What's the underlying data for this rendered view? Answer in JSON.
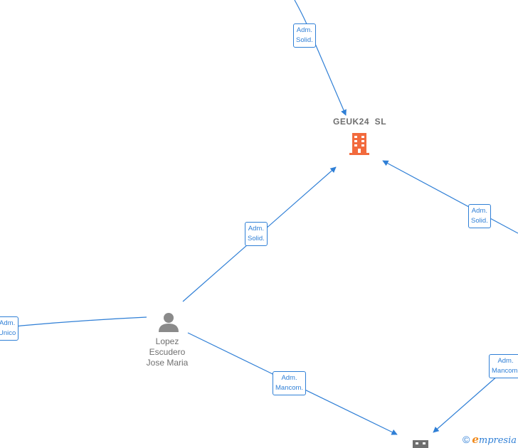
{
  "colors": {
    "edge": "#2f7fd6",
    "company_active": "#f26a3d",
    "company_inactive": "#6f6f6f",
    "person": "#8a8a8a",
    "brand_accent": "#f08a1c"
  },
  "nodes": {
    "company_main": {
      "name": "GEUK24  SL",
      "icon": "building-icon"
    },
    "person_main": {
      "name_lines": [
        "Lopez",
        "Escudero",
        "Jose Maria"
      ],
      "icon": "person-icon"
    },
    "company_bottom": {
      "icon": "building-icon"
    }
  },
  "edges": [
    {
      "id": "top-to-company",
      "label": [
        "Adm.",
        "Solid."
      ]
    },
    {
      "id": "person-to-company",
      "label": [
        "Adm.",
        "Solid."
      ]
    },
    {
      "id": "right-to-company",
      "label": [
        "Adm.",
        "Solid."
      ]
    },
    {
      "id": "person-to-left",
      "label": [
        "Adm.",
        "Unico"
      ]
    },
    {
      "id": "person-to-bottom",
      "label": [
        "Adm.",
        "Mancom."
      ]
    },
    {
      "id": "right-to-bottom",
      "label": [
        "Adm.",
        "Mancom."
      ]
    }
  ],
  "watermark": {
    "copyright": "©",
    "brand_first": "e",
    "brand_rest": "mpresia"
  }
}
